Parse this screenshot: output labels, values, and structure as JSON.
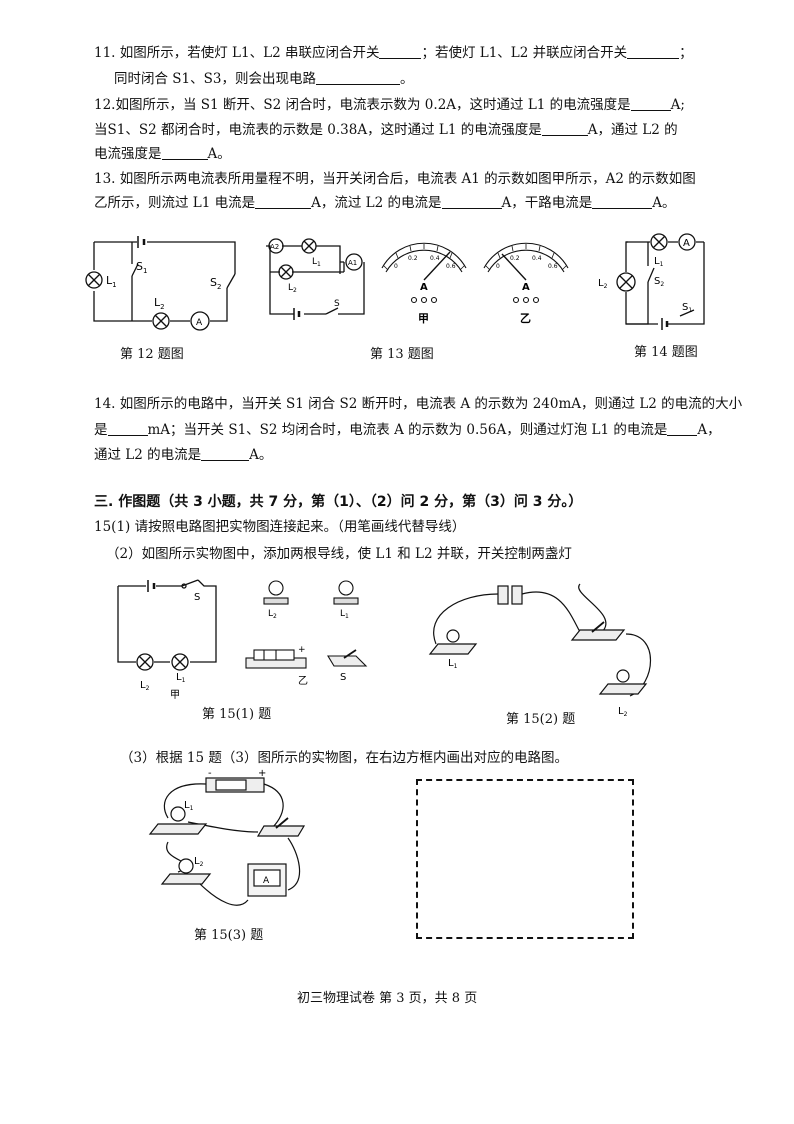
{
  "q11": {
    "a": "11. 如图所示，若使灯 L1、L2 串联应闭合开关",
    "b": "；若使灯 L1、L2 并联应闭合开关",
    "c": "；",
    "d": "同时闭合 S1、S3，则会出现电路",
    "e": "。"
  },
  "q12": {
    "a": "12.如图所示，当 S1 断开、S2 闭合时，电流表示数为 0.2A，这时通过 L1 的电流强度是",
    "b": "A;",
    "c": "当S1、S2 都闭合时，电流表的示数是 0.38A，这时通过 L1 的电流强度是",
    "d": "A，通过 L2 的",
    "e": "电流强度是",
    "f": "A。"
  },
  "q13": {
    "a": "13. 如图所示两电流表所用量程不明，当开关闭合后，电流表 A1 的示数如图甲所示，A2 的示数如图",
    "b": "乙所示，则流过 L1 电流是",
    "c": "A，流过 L2 的电流是",
    "d": "A，干路电流是",
    "e": "A。"
  },
  "fig_labels": {
    "L1": "L",
    "L2": "L",
    "S1": "S",
    "S2": "S",
    "S": "S",
    "A": "A",
    "A1": "A1",
    "A2": "A2",
    "jia": "甲",
    "yi": "乙",
    "plus": "+",
    "minus": "-",
    "sub1": "1",
    "sub2": "2",
    "meter_ticks": [
      "0",
      "0.2",
      "0.4",
      "0.6"
    ]
  },
  "captions": {
    "c12": "第 12 题图",
    "c13": "第 13 题图",
    "c14": "第 14 题图",
    "c15_1": "第  15(1) 题",
    "c15_2": "第  15(2) 题",
    "c15_3": "第  15(3) 题"
  },
  "q14": {
    "a": "14. 如图所示的电路中，当开关 S1 闭合 S2 断开时，电流表 A 的示数为 240mA，则通过 L2 的电流的大小",
    "b": "是",
    "c": "mA；当开关 S1、S2 均闭合时，电流表 A 的示数为 0.56A，则通过灯泡 L1 的电流是",
    "d": "A，",
    "e": "通过 L2 的电流是",
    "f": "A。"
  },
  "section3": {
    "heading": "三. 作图题（共 3 小题，共 7 分，第（1）、（2）问 2 分，第（3）问 3 分。）",
    "q15_1": "15(1) 请按照电路图把实物图连接起来。（用笔画线代替导线）",
    "q15_2": "（2）如图所示实物图中，添加两根导线，使 L1 和 L2 并联，开关控制两盏灯",
    "q15_3": "（3）根据 15 题（3）图所示的实物图，在右边方框内画出对应的电路图。"
  },
  "footer": "初三物理试卷  第 3 页，共 8 页"
}
